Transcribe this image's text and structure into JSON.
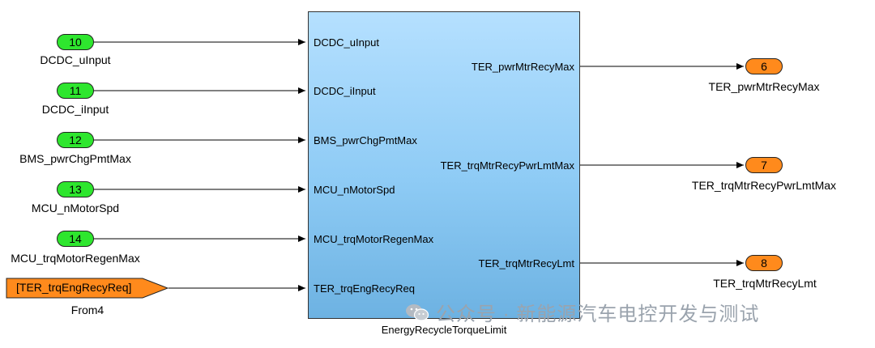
{
  "inports": [
    {
      "number": "10",
      "label": "DCDC_uInput"
    },
    {
      "number": "11",
      "label": "DCDC_iInput"
    },
    {
      "number": "12",
      "label": "BMS_pwrChgPmtMax"
    },
    {
      "number": "13",
      "label": "MCU_nMotorSpd"
    },
    {
      "number": "14",
      "label": "MCU_trqMotorRegenMax"
    }
  ],
  "from_block": {
    "tag": "[TER_trqEngRecyReq]",
    "label": "From4"
  },
  "subsystem": {
    "name": "EnergyRecycleTorqueLimit",
    "inputs": [
      "DCDC_uInput",
      "DCDC_iInput",
      "BMS_pwrChgPmtMax",
      "MCU_nMotorSpd",
      "MCU_trqMotorRegenMax",
      "TER_trqEngRecyReq"
    ],
    "outputs": [
      "TER_pwrMtrRecyMax",
      "TER_trqMtrRecyPwrLmtMax",
      "TER_trqMtrRecyLmt"
    ]
  },
  "outports": [
    {
      "number": "6",
      "label": "TER_pwrMtrRecyMax"
    },
    {
      "number": "7",
      "label": "TER_trqMtrRecyPwrLmtMax"
    },
    {
      "number": "8",
      "label": "TER_trqMtrRecyLmt"
    }
  ],
  "watermark": "公众号 · 新能源汽车电控开发与测试",
  "colors": {
    "inport": "#2ee62e",
    "outport": "#ff8a1c",
    "subsystem": "#8ecbf5",
    "line": "#000000"
  }
}
